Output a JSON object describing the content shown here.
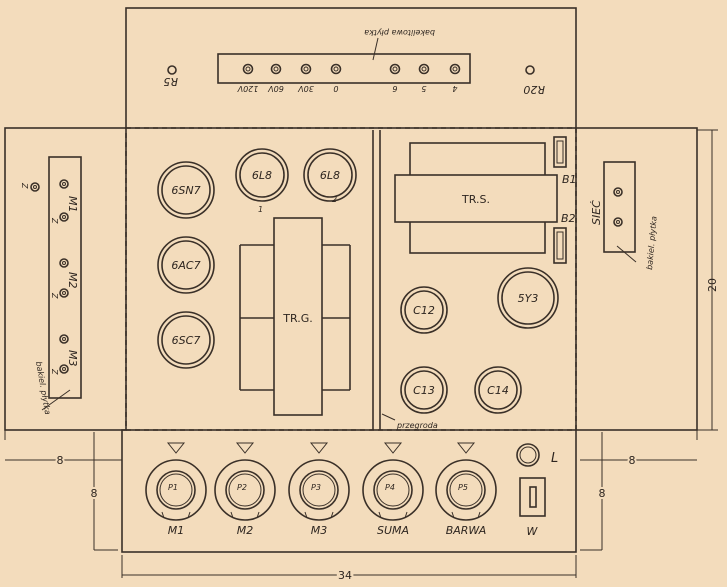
{
  "top_panel": {
    "plate_label": "bakelitowa płytka",
    "terminals": [
      "120V",
      "60V",
      "30V",
      "0",
      "6",
      "5",
      "4"
    ],
    "left_resistor": "R5",
    "right_resistor": "R20"
  },
  "left_flap": {
    "plate_label": "bakiel. płytka",
    "ground": "Z",
    "inputs": [
      "M1",
      "M2",
      "M3"
    ],
    "input_ground": "Z",
    "width_dim": "8"
  },
  "chassis": {
    "tubes": [
      "6SN7",
      "6L8",
      "6L8",
      "6AC7",
      "6SC7",
      "5Y3"
    ],
    "tube_numbers": [
      "1",
      "2"
    ],
    "output_transformer": "TR.G.",
    "power_transformer": "TR.S.",
    "fuses": [
      "B1",
      "B2"
    ],
    "capacitors": [
      "C12",
      "C13",
      "C14"
    ],
    "partition_label": "przegroda"
  },
  "right_flap": {
    "mains_label": "SIEĆ",
    "plate_label": "bakiel. płytka",
    "height_dim": "20",
    "width_dim": "8"
  },
  "front_panel": {
    "knobs": [
      {
        "pot": "P1",
        "label": "M1"
      },
      {
        "pot": "P2",
        "label": "M2"
      },
      {
        "pot": "P3",
        "label": "M3"
      },
      {
        "pot": "P4",
        "label": "SUMA"
      },
      {
        "pot": "P5",
        "label": "BARWA"
      }
    ],
    "lamp_label": "L",
    "switch_label": "W",
    "height_dim_left": "8",
    "height_dim_right": "8",
    "width_dim": "34"
  }
}
